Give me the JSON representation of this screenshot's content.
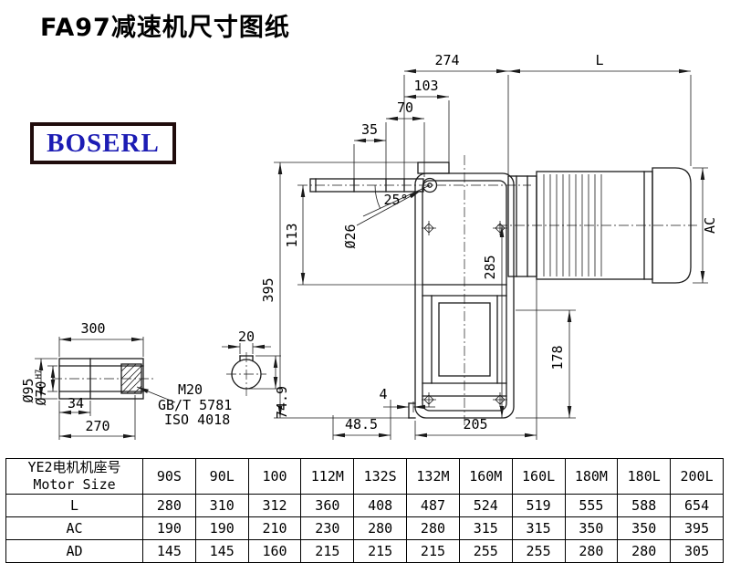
{
  "page": {
    "title": "FA97减速机尺寸图纸",
    "logo_text": "BOSERL"
  },
  "drawing": {
    "d274": "274",
    "dL": "L",
    "d103": "103",
    "d70": "70",
    "d35": "35",
    "a25": "25°",
    "dia26": "Ø26",
    "d395": "395",
    "d113": "113",
    "d285": "285",
    "dAC": "AC",
    "d178": "178",
    "d4": "4",
    "d485": "48.5",
    "d205": "205",
    "s300": "300",
    "s20": "20",
    "dia95": "Ø95",
    "dia70": "Ø70",
    "tol70": "H7",
    "s34": "34",
    "s270": "270",
    "m20": "M20",
    "gb": "GB/T 5781",
    "iso": "ISO 4018",
    "s749": "74.9"
  },
  "table": {
    "motor_header_cn": "YE2电机机座号",
    "motor_header_en": "Motor Size",
    "sizes": [
      "90S",
      "90L",
      "100",
      "112M",
      "132S",
      "132M",
      "160M",
      "160L",
      "180M",
      "180L",
      "200L"
    ],
    "rows": [
      {
        "label": "L",
        "values": [
          "280",
          "310",
          "312",
          "360",
          "408",
          "487",
          "524",
          "519",
          "555",
          "588",
          "654"
        ]
      },
      {
        "label": "AC",
        "values": [
          "190",
          "190",
          "210",
          "230",
          "280",
          "280",
          "315",
          "315",
          "350",
          "350",
          "395"
        ]
      },
      {
        "label": "AD",
        "values": [
          "145",
          "145",
          "160",
          "215",
          "215",
          "215",
          "255",
          "255",
          "280",
          "280",
          "305"
        ]
      }
    ]
  },
  "colors": {
    "line": "#1a1a1a",
    "logo_blue": "#1c1cb4",
    "logo_border": "#200c0c"
  }
}
